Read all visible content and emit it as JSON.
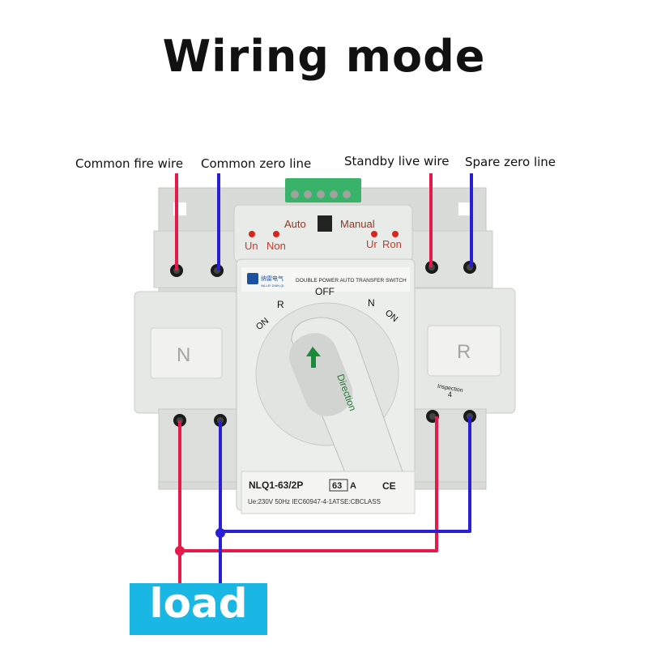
{
  "title": "Wiring mode",
  "wire_labels": {
    "common_fire": "Common fire wire",
    "common_zero": "Common zero line",
    "standby_live": "Standby live wire",
    "spare_zero": "Spare zero line"
  },
  "device": {
    "mode_auto": "Auto",
    "mode_manual": "Manual",
    "ind_un": "Un",
    "ind_non": "Non",
    "ind_ur": "Ur",
    "ind_ron": "Ron",
    "brand": "纳雷电气",
    "brand_sub": "NA LEI DIAN QI",
    "product_name": "DOUBLE POWER AUTO TRANSFER SWITCH",
    "pos_off": "OFF",
    "pos_r": "R",
    "pos_n": "N",
    "pos_on_left": "ON",
    "pos_on_right": "ON",
    "panel_n": "N",
    "panel_r": "R",
    "inspection": "Inspection",
    "inspection_no": "4",
    "handle_text": "Direction",
    "model": "NLQ1-63/2P",
    "rating": "63",
    "rating_unit": "A",
    "ce_mark": "CE",
    "spec": "Ue:230V  50Hz  IEC60947-4-1ATSE:CBCLASS"
  },
  "load_label": "load",
  "colors": {
    "live_wire": "#e5194a",
    "neutral_wire": "#2a1fd6",
    "load_box": "#1ab7e4",
    "body": "#e4e6e3"
  }
}
